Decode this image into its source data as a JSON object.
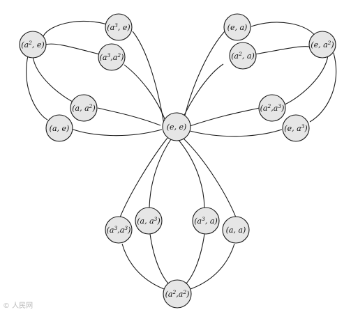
{
  "nodes": {
    "center": {
      "parts": [
        [
          "(e, e)",
          ""
        ]
      ]
    },
    "a3e": {
      "parts": [
        [
          "(a",
          ""
        ],
        [
          "3",
          "sup"
        ],
        [
          ", e)",
          ""
        ]
      ]
    },
    "a2e": {
      "parts": [
        [
          "(a",
          ""
        ],
        [
          "2",
          "sup"
        ],
        [
          ", e)",
          ""
        ]
      ]
    },
    "a3a2": {
      "parts": [
        [
          "(a",
          ""
        ],
        [
          "3",
          "sup"
        ],
        [
          ",a",
          ""
        ],
        [
          "2",
          "sup"
        ],
        [
          ")",
          ""
        ]
      ]
    },
    "aa2": {
      "parts": [
        [
          "(a, a",
          ""
        ],
        [
          "2",
          "sup"
        ],
        [
          ")",
          ""
        ]
      ]
    },
    "ae": {
      "parts": [
        [
          "(a, e)",
          ""
        ]
      ]
    },
    "ea": {
      "parts": [
        [
          "(e, a)",
          ""
        ]
      ]
    },
    "ea2": {
      "parts": [
        [
          "(e, a",
          ""
        ],
        [
          "2",
          "sup"
        ],
        [
          ")",
          ""
        ]
      ]
    },
    "a2a": {
      "parts": [
        [
          "(a",
          ""
        ],
        [
          "2",
          "sup"
        ],
        [
          ", a)",
          ""
        ]
      ]
    },
    "a2a3": {
      "parts": [
        [
          "(a",
          ""
        ],
        [
          "2",
          "sup"
        ],
        [
          ",a",
          ""
        ],
        [
          "3",
          "sup"
        ],
        [
          ")",
          ""
        ]
      ]
    },
    "ea3": {
      "parts": [
        [
          "(e, a",
          ""
        ],
        [
          "3",
          "sup"
        ],
        [
          ")",
          ""
        ]
      ]
    },
    "a3a3": {
      "parts": [
        [
          "(a",
          ""
        ],
        [
          "3",
          "sup"
        ],
        [
          ",a",
          ""
        ],
        [
          "3",
          "sup"
        ],
        [
          ")",
          ""
        ]
      ]
    },
    "aa3": {
      "parts": [
        [
          "(a, a",
          ""
        ],
        [
          "3",
          "sup"
        ],
        [
          ")",
          ""
        ]
      ]
    },
    "a3a": {
      "parts": [
        [
          "(a",
          ""
        ],
        [
          "3",
          "sup"
        ],
        [
          ", a)",
          ""
        ]
      ]
    },
    "aa": {
      "parts": [
        [
          "(a, a)",
          ""
        ]
      ]
    },
    "a2a2": {
      "parts": [
        [
          "(a",
          ""
        ],
        [
          "2",
          "sup"
        ],
        [
          ",a",
          ""
        ],
        [
          "2",
          "sup"
        ],
        [
          ")",
          ""
        ]
      ]
    }
  },
  "watermark": "© 人民网"
}
